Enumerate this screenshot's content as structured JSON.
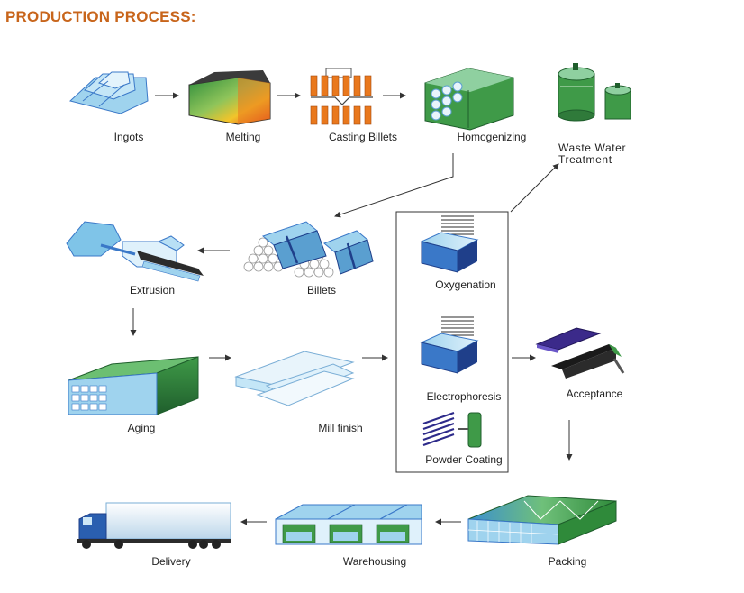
{
  "title": "PRODUCTION PROCESS:",
  "steps": {
    "ingots": "Ingots",
    "melting": "Melting",
    "casting_billets": "Casting Billets",
    "homogenizing": "Homogenizing",
    "waste_water_treatment": "Waste Water Treatment",
    "billets": "Billets",
    "extrusion": "Extrusion",
    "oxygenation": "Oxygenation",
    "electrophoresis": "Electrophoresis",
    "powder_coating": "Powder Coating",
    "acceptance": "Acceptance",
    "aging": "Aging",
    "mill_finish": "Mill finish",
    "delivery": "Delivery",
    "warehousing": "Warehousing",
    "packing": "Packing"
  },
  "colors": {
    "title": "#c8651b",
    "light_blue": "#9fd3ee",
    "blue": "#3a78c8",
    "dark_blue": "#1f3f8a",
    "green": "#2f8a3a",
    "orange": "#e9781d"
  }
}
